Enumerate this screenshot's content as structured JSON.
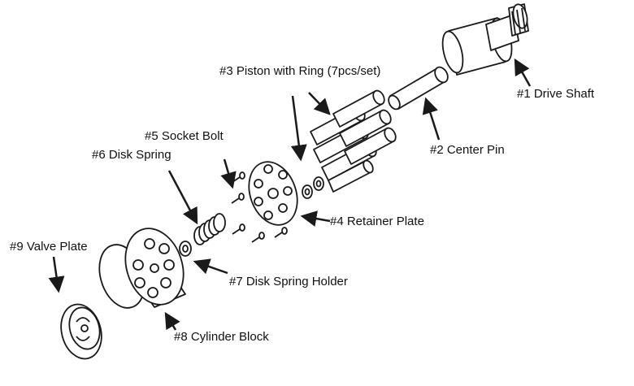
{
  "labels": {
    "drive_shaft": "#1 Drive Shaft",
    "center_pin": "#2 Center Pin",
    "piston": "#3 Piston with Ring (7pcs/set)",
    "retainer_plate": "#4 Retainer Plate",
    "socket_bolt": "#5 Socket Bolt",
    "disk_spring": "#6 Disk Spring",
    "disk_spring_holder": "#7 Disk Spring Holder",
    "cylinder_block": "#8 Cylinder Block",
    "valve_plate": "#9 Valve Plate"
  },
  "colors": {
    "line": "#1a1a1a",
    "background": "#ffffff"
  }
}
